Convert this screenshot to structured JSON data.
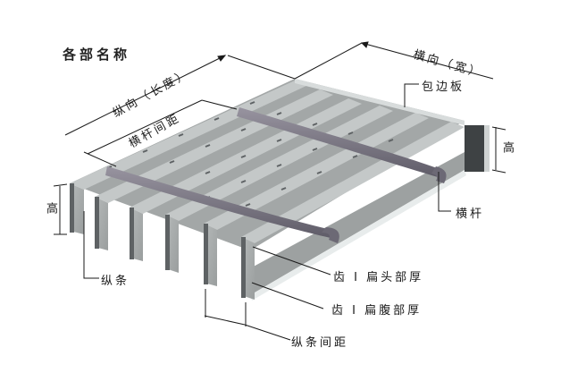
{
  "diagram": {
    "title": "各部名称",
    "labels": {
      "length_direction": "纵向（长度）",
      "cross_bar_spacing": "横杆间距",
      "width_direction": "横向（宽）",
      "edge_plate": "包边板",
      "height_right": "高",
      "height_left": "高",
      "cross_bar": "横杆",
      "bearing_bar": "纵条",
      "tooth_i_head_thickness": "齿 I 扁头部厚",
      "tooth_i_web_thickness": "齿 I 扁腹部厚",
      "bearing_bar_spacing": "纵条间距"
    },
    "colors": {
      "bar_face": "#a9adad",
      "bar_top": "#c4c8c8",
      "bar_dark": "#5e6264",
      "twisted_bar": "#7d7a86",
      "edge_plate_dark": "#3e4244",
      "line": "#1a1a1a"
    }
  }
}
